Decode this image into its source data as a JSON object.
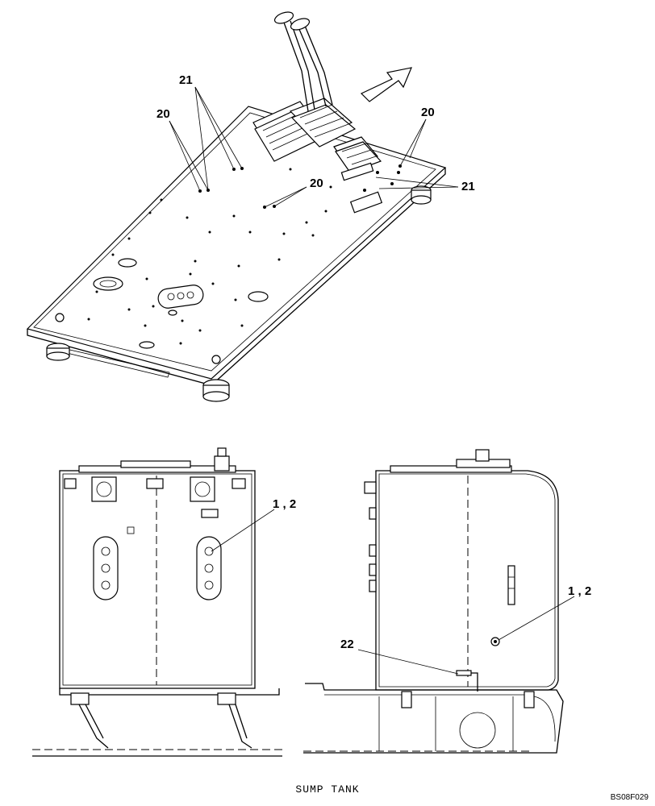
{
  "callouts": {
    "top_21_left": "21",
    "top_20_left": "20",
    "top_20_right": "20",
    "top_20_center": "20",
    "top_21_right": "21",
    "front_1_2": "1 , 2",
    "side_1_2": "1 , 2",
    "side_22": "22"
  },
  "caption": "SUMP TANK",
  "drawing_id": "BS08F029"
}
